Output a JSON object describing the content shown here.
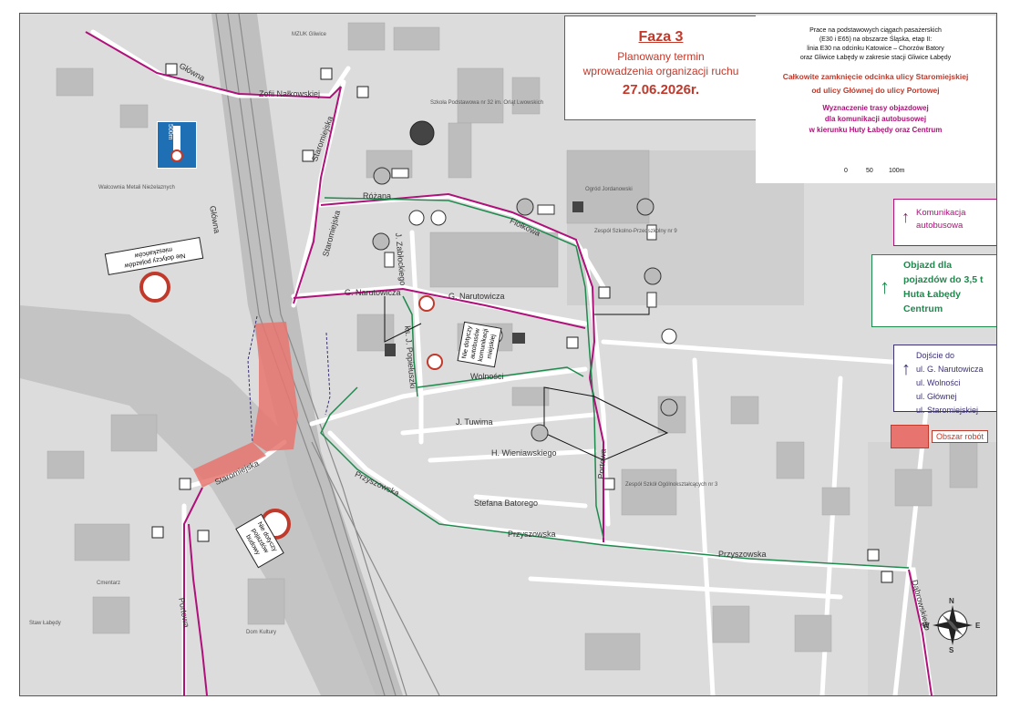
{
  "phase": {
    "title": "Faza 3",
    "subtitle_line1": "Planowany termin",
    "subtitle_line2": "wprowadzenia organizacji ruchu",
    "date": "27.06.2026r."
  },
  "project": {
    "line1": "Prace na podstawowych ciągach pasażerskich",
    "line2": "(E30 i E65) na obszarze Śląska, etap II:",
    "line3": "linia E30 na odcinku Katowice – Chorzów Batory",
    "line4": "oraz Gliwice Łabędy w zakresie stacji Gliwice Łabędy"
  },
  "closure": {
    "line1": "Całkowite zamknięcie odcinka ulicy Staromiejskiej",
    "line2": "od ulicy Głównej do ulicy Portowej"
  },
  "detour": {
    "line1": "Wyznaczenie trasy objazdowej",
    "line2": "dla komunikacji autobusowej",
    "line3": "w kierunku Huty Łabędy oraz Centrum"
  },
  "scale": {
    "l0": "0",
    "l1": "50",
    "l2": "100m"
  },
  "legend": {
    "bus": {
      "line1": "Komunikacja",
      "line2": "autobusowa",
      "color": "#b0107a"
    },
    "detour": {
      "line1": "Objazd dla",
      "line2": "pojazdów do 3,5 t",
      "line3": "Huta Łabędy",
      "line4": "Centrum",
      "color": "#1e8a4d"
    },
    "access": {
      "line1": "Dojście do",
      "line2": "ul. G. Narutowicza",
      "line3": "ul. Wolności",
      "line4": "ul. Głównej",
      "line5": "ul. Staromiejskiej",
      "color": "#3b3177"
    },
    "work": {
      "label": "Obszar robót",
      "color": "#e8746f"
    }
  },
  "sign": {
    "distance": "500m"
  },
  "streets": {
    "s1": "Zofii Nałkowskiej",
    "s2": "Staromiejska",
    "s3": "Różana",
    "s4": "G. Narutowicza",
    "s5": "G. Narutowicza",
    "s6": "Wolności",
    "s7": "J. Tuwima",
    "s8": "H. Wieniawskiego",
    "s9": "Przyszowska",
    "s10": "Przyszowska",
    "s11": "Przyszowska",
    "s12": "Stefana Batorego",
    "s13": "Portowa",
    "s14": "Portowa",
    "s15": "Fiołkowa",
    "s16": "Główna",
    "s17": "J. Zabłockiego",
    "s18": "ks. J. Popiełuszki",
    "s19": "Staromiejska",
    "s20": "Dąbrowskiego",
    "s21": "Główna",
    "s22": "Staromiejska"
  },
  "places": {
    "p1": "Walcownia Metali Nieżelaznych",
    "p2": "MZUK Gliwice",
    "p3": "Szkoła Podstawowa nr 32 im. Orląt Lwowskich",
    "p4": "Zespół Szkolno-Przedszkolny nr 9",
    "p5": "Ogród Jordanowski",
    "p6": "Cmentarz",
    "p7": "Dom Kultury",
    "p8": "Staw Łabędy",
    "p9": "Zespół Szkół Ogólnokształcących nr 3"
  },
  "notes": {
    "n1": "Nie dotyczy pojazdów budowy",
    "n2": "Nie dotyczy autobusów komunikacji miejskiej",
    "n3": "Nie dotyczy pojazdów mieszkańców"
  },
  "compass": {
    "n": "N",
    "s": "S",
    "e": "E",
    "w": "W"
  }
}
